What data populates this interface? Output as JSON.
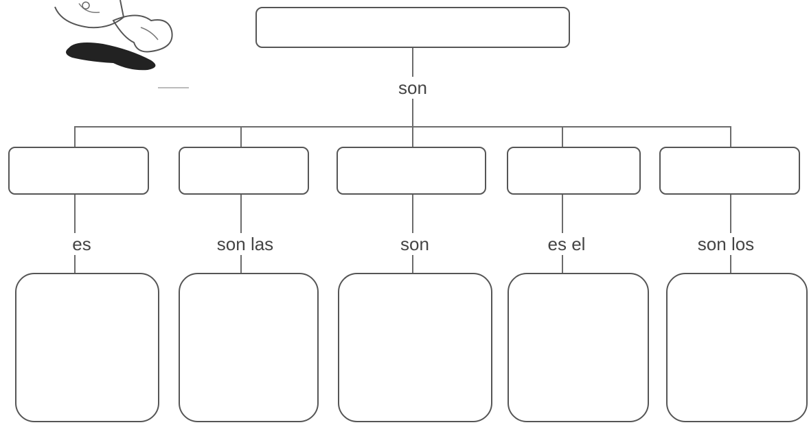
{
  "diagram": {
    "root_box_text": "",
    "root_connector_label": "son",
    "categories": [
      {
        "box_text": "",
        "connector_label": "es",
        "answer_text": ""
      },
      {
        "box_text": "",
        "connector_label": "son las",
        "answer_text": ""
      },
      {
        "box_text": "",
        "connector_label": "son",
        "answer_text": ""
      },
      {
        "box_text": "",
        "connector_label": "es el",
        "answer_text": ""
      },
      {
        "box_text": "",
        "connector_label": "son los",
        "answer_text": ""
      }
    ]
  },
  "illustration": {
    "icon": "running-cartoon-character-icon"
  }
}
